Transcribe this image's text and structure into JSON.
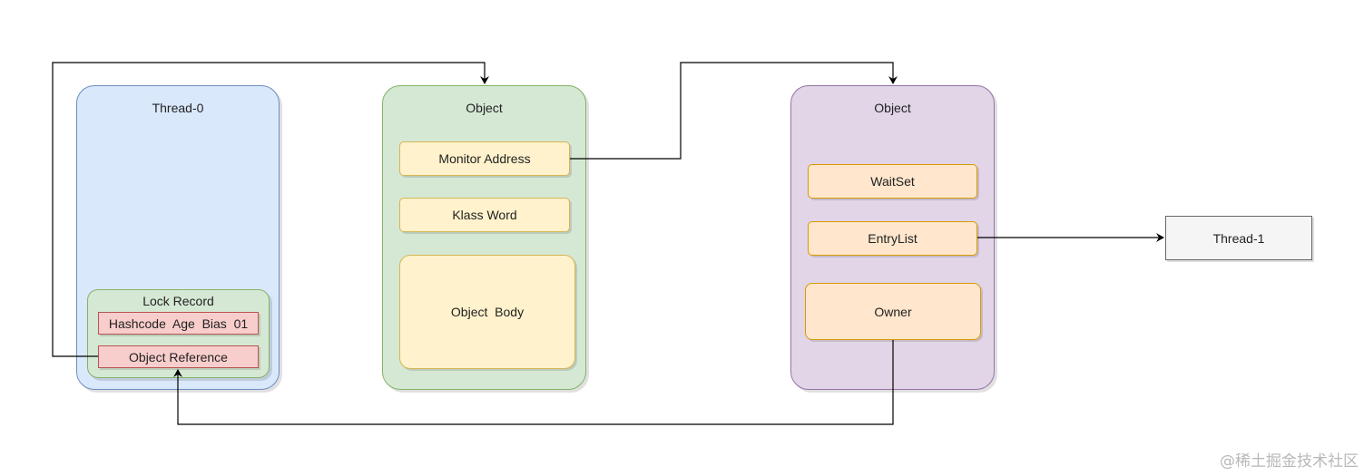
{
  "thread0": {
    "title": "Thread-0",
    "lock_record": {
      "title": "Lock Record",
      "hashcode_row": "Hashcode  Age  Bias  01",
      "object_reference": "Object Reference"
    }
  },
  "object_header": {
    "title": "Object",
    "monitor_address": "Monitor Address",
    "klass_word": "Klass Word",
    "object_body": "Object  Body"
  },
  "monitor": {
    "title": "Object",
    "waitset": "WaitSet",
    "entrylist": "EntryList",
    "owner": "Owner"
  },
  "thread1": {
    "label": "Thread-1"
  },
  "watermark": "@稀土掘金技术社区",
  "colors": {
    "thread_fill": "#dae8fc",
    "thread_stroke": "#6c8ebf",
    "object_fill": "#d5e8d4",
    "object_stroke": "#82b366",
    "monitor_fill": "#e1d5e7",
    "monitor_stroke": "#9673a6",
    "field_yellow": "#fff2cc",
    "field_orange": "#ffe6cc",
    "field_red": "#f8cecc",
    "thread1_fill": "#f5f5f5"
  }
}
